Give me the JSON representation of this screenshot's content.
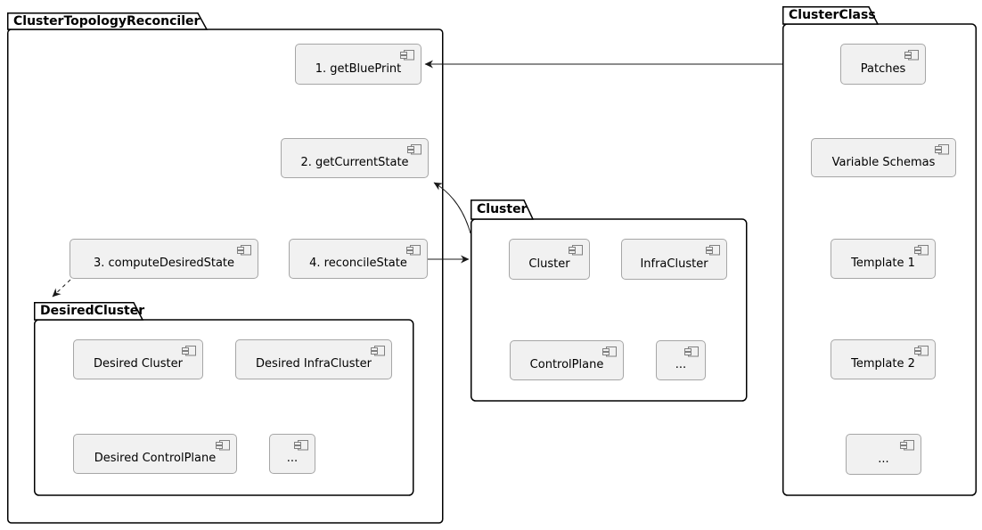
{
  "diagram_type": "component-diagram",
  "colors": {
    "background": "#FFFFFF",
    "package_border": "#000000",
    "package_fill": "#FFFFFF",
    "component_fill": "#F1F1F1",
    "component_border": "#A6A6A6",
    "edge_color": "#181818",
    "text_color": "#000000"
  },
  "packages": [
    {
      "label": "ClusterTopologyReconciler"
    },
    {
      "label": "DesiredCluster"
    },
    {
      "label": "Cluster"
    },
    {
      "label": "ClusterClass"
    }
  ],
  "components": [
    {
      "label": "1. getBluePrint",
      "package": "ClusterTopologyReconciler"
    },
    {
      "label": "2. getCurrentState",
      "package": "ClusterTopologyReconciler"
    },
    {
      "label": "3. computeDesiredState",
      "package": "ClusterTopologyReconciler"
    },
    {
      "label": "4. reconcileState",
      "package": "ClusterTopologyReconciler"
    },
    {
      "label": "Desired Cluster",
      "package": "DesiredCluster"
    },
    {
      "label": "Desired InfraCluster",
      "package": "DesiredCluster"
    },
    {
      "label": "Desired ControlPlane",
      "package": "DesiredCluster"
    },
    {
      "label": "...",
      "package": "DesiredCluster"
    },
    {
      "label": "Cluster",
      "package": "Cluster"
    },
    {
      "label": "InfraCluster",
      "package": "Cluster"
    },
    {
      "label": "ControlPlane",
      "package": "Cluster"
    },
    {
      "label": "...",
      "package": "Cluster"
    },
    {
      "label": "Patches",
      "package": "ClusterClass"
    },
    {
      "label": "Variable Schemas",
      "package": "ClusterClass"
    },
    {
      "label": "Template 1",
      "package": "ClusterClass"
    },
    {
      "label": "Template 2",
      "package": "ClusterClass"
    },
    {
      "label": "...",
      "package": "ClusterClass"
    }
  ],
  "edges": [
    {
      "from": "ClusterClass",
      "to": "1. getBluePrint",
      "style": "solid"
    },
    {
      "from": "Cluster",
      "to": "2. getCurrentState",
      "style": "solid"
    },
    {
      "from": "4. reconcileState",
      "to": "Cluster",
      "style": "solid"
    },
    {
      "from": "3. computeDesiredState",
      "to": "DesiredCluster",
      "style": "dashed"
    }
  ]
}
